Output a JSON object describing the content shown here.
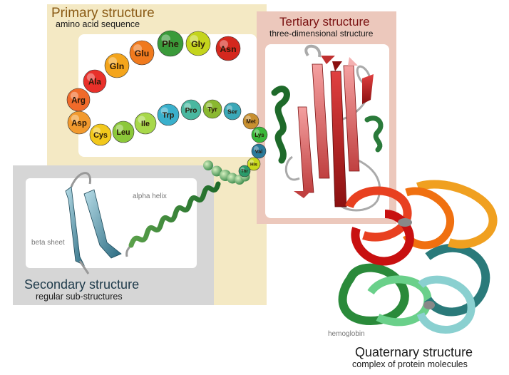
{
  "primary": {
    "title": "Primary structure",
    "subtitle": "amino acid sequence",
    "residues": [
      {
        "label": "Asp",
        "color": "#f29a2e"
      },
      {
        "label": "Arg",
        "color": "#f06a2a"
      },
      {
        "label": "Ala",
        "color": "#e8302a"
      },
      {
        "label": "Gln",
        "color": "#f4a51c"
      },
      {
        "label": "Glu",
        "color": "#f07a1e"
      },
      {
        "label": "Phe",
        "color": "#3a9a3a"
      },
      {
        "label": "Gly",
        "color": "#c4d41c"
      },
      {
        "label": "Asn",
        "color": "#d4281e"
      },
      {
        "label": "Cys",
        "color": "#f2c81c"
      },
      {
        "label": "Leu",
        "color": "#8cc83a"
      },
      {
        "label": "Ile",
        "color": "#a8d84a"
      },
      {
        "label": "Trp",
        "color": "#3ab0cc"
      },
      {
        "label": "Pro",
        "color": "#4ab8a0"
      },
      {
        "label": "Tyr",
        "color": "#8ab830"
      },
      {
        "label": "Ser",
        "color": "#3aa8b8"
      },
      {
        "label": "Met",
        "color": "#c89030"
      },
      {
        "label": "Lys",
        "color": "#3ab83a"
      },
      {
        "label": "Val",
        "color": "#2a7a9a"
      },
      {
        "label": "His",
        "color": "#c8d81c"
      },
      {
        "label": "Thr",
        "color": "#2a9a6a"
      }
    ]
  },
  "secondary": {
    "title": "Secondary structure",
    "subtitle": "regular sub-structures",
    "beta_label": "beta sheet",
    "alpha_label": "alpha helix"
  },
  "tertiary": {
    "title": "Tertiary structure",
    "subtitle": "three-dimensional structure"
  },
  "quaternary": {
    "title": "Quaternary structure",
    "subtitle": "complex of protein molecules",
    "protein_label": "hemoglobin"
  },
  "colors": {
    "primary_bg": "#f4e9c4",
    "secondary_bg": "#d6d6d6",
    "tertiary_bg": "#ecc8bc",
    "primary_title": "#8a5a14",
    "secondary_title": "#1e3a4a",
    "tertiary_title": "#7a1010",
    "quaternary_title": "#1a1a1a"
  }
}
